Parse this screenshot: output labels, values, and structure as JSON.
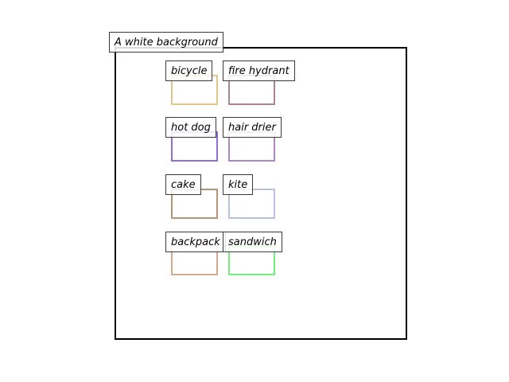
{
  "scene": {
    "caption": "A white background",
    "frame_color": "#000000",
    "background_color": "#ffffff"
  },
  "objects": [
    {
      "label": "bicycle",
      "color": "#dcc889"
    },
    {
      "label": "fire hydrant",
      "color": "#a8848f"
    },
    {
      "label": "hot dog",
      "color": "#8f6fd2"
    },
    {
      "label": "hair drier",
      "color": "#ad86c2"
    },
    {
      "label": "cake",
      "color": "#b39577"
    },
    {
      "label": "kite",
      "color": "#b9c0dc"
    },
    {
      "label": "backpack",
      "color": "#d5a98c"
    },
    {
      "label": "sandwich",
      "color": "#71ee7b"
    }
  ]
}
